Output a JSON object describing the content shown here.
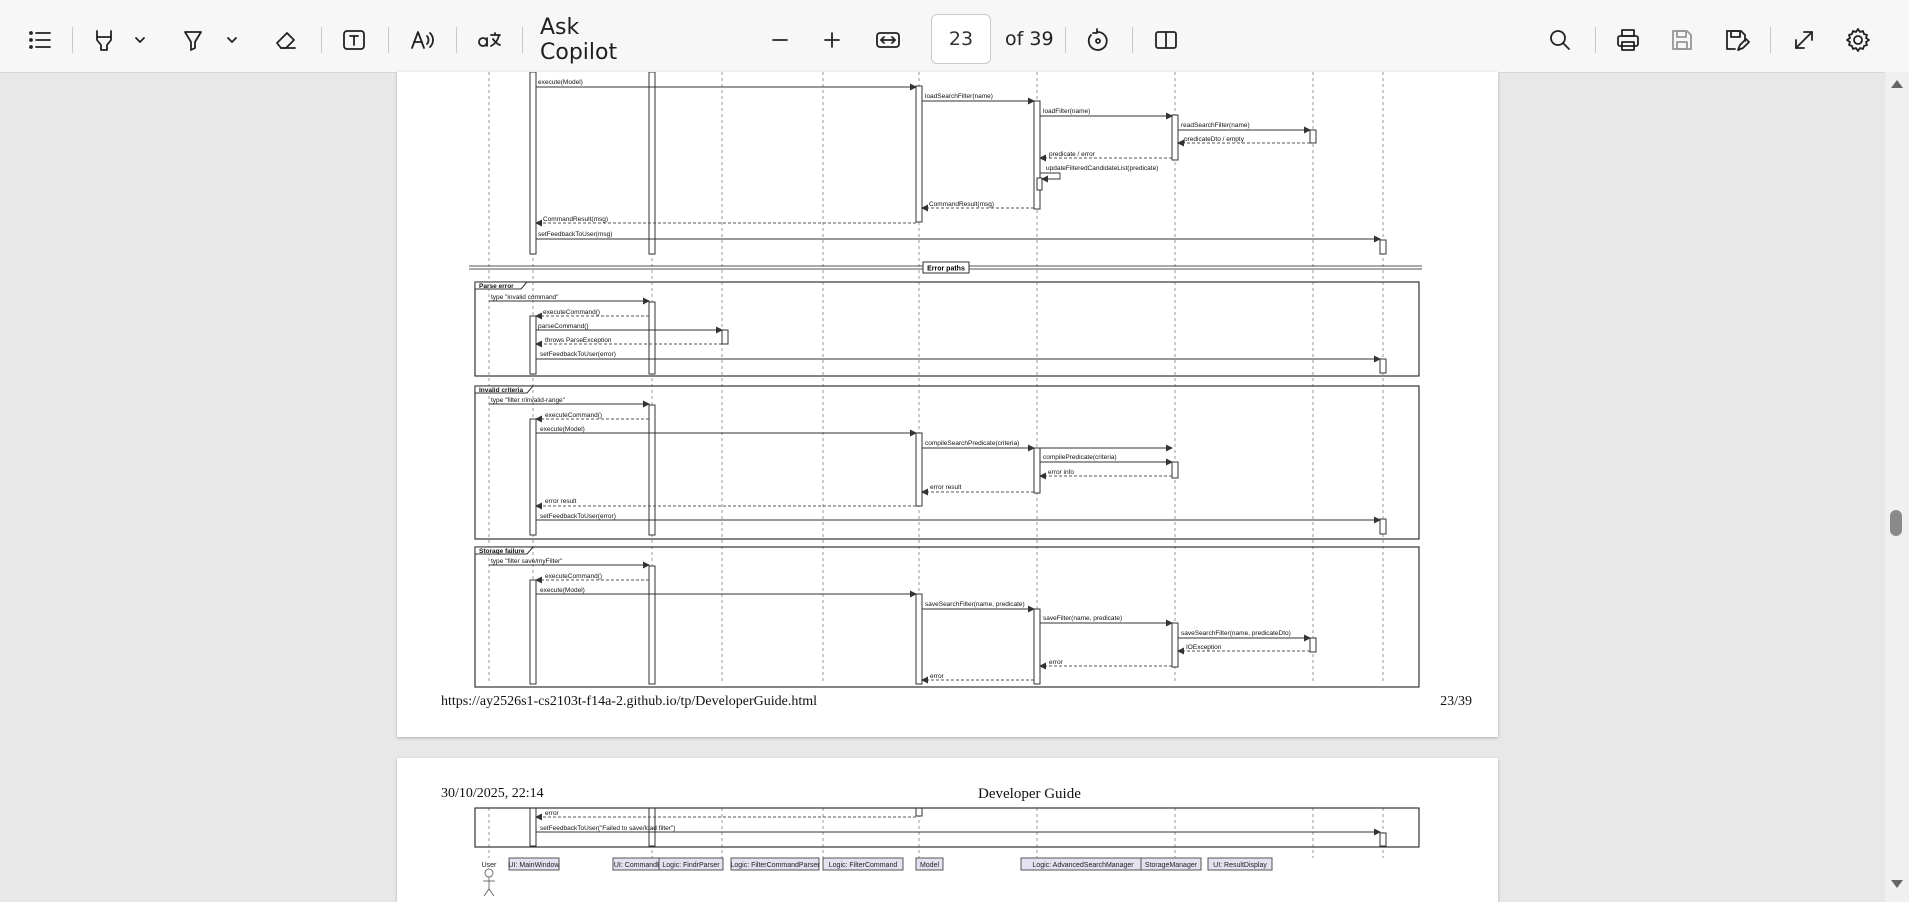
{
  "toolbar": {
    "ask_copilot": "Ask Copilot",
    "page_number": "23",
    "page_total": "of 39",
    "icons": [
      "contents-icon",
      "highlight-icon",
      "draw-icon",
      "eraser-icon",
      "text-box-icon",
      "read-aloud-icon",
      "translate-icon",
      "zoom-out-icon",
      "zoom-in-icon",
      "fit-width-icon",
      "rotate-icon",
      "page-view-icon",
      "search-icon",
      "print-icon",
      "save-icon",
      "save-as-icon",
      "fullscreen-icon",
      "settings-icon"
    ]
  },
  "page1": {
    "footer_url": "https://ay2526s1-cs2103t-f14a-2.github.io/tp/DeveloperGuide.html",
    "footer_page": "23/39",
    "labels": {
      "m1": "execute(Model)",
      "m2": "loadSearchFilter(name)",
      "m3": "loadFilter(name)",
      "m4": "readSearchFilter(name)",
      "m5": "predicateDto / empty",
      "m6": "predicate / error",
      "m7": "updateFilteredCandidateList(predicate)",
      "m8": "CommandResult(msg)",
      "m9": "CommandResult(msg)",
      "m10": "setFeedbackToUser(msg)",
      "sep": "Error paths",
      "f1": "Parse error",
      "p1": "type \"invalid command\"",
      "p2": "executeCommand()",
      "p3": "parseCommand()",
      "p4": "throws ParseException",
      "p5": "setFeedbackToUser(error)",
      "f2": "Invalid criteria",
      "i1": "type \"filter r/invalid-range\"",
      "i2": "executeCommand()",
      "i3": "execute(Model)",
      "i4": "compileSearchPredicate(criteria)",
      "i5": "compilePredicate(criteria)",
      "i6": "error info",
      "i7": "error result",
      "i8": "error result",
      "i9": "setFeedbackToUser(error)",
      "f3": "Storage failure",
      "s1": "type \"filter save/myFilter\"",
      "s2": "executeCommand()",
      "s3": "execute(Model)",
      "s4": "saveSearchFilter(name, predicate)",
      "s5": "saveFilter(name, predicate)",
      "s6": "saveSearchFilter(name, predicateDto)",
      "s7": "IOException",
      "s8": "error",
      "s9": "error"
    }
  },
  "page2": {
    "header_date": "30/10/2025, 22:14",
    "header_title": "Developer Guide",
    "labels": {
      "e1": "error",
      "e2": "setFeedbackToUser(\"Failed to save/load filter\")"
    },
    "participants": [
      "User",
      "UI: MainWindow",
      "UI: CommandBox",
      "Logic: FindrParser",
      "Logic: FilterCommandParser",
      "Logic: FilterCommand",
      "Model",
      "Logic: AdvancedSearchManager",
      "StorageManager",
      "UI: ResultDisplay"
    ]
  },
  "colors": {
    "toolbar_bg": "#f7f7f7",
    "viewer_bg": "#e8e8e8",
    "participant_fill": "#e2e2f0"
  }
}
